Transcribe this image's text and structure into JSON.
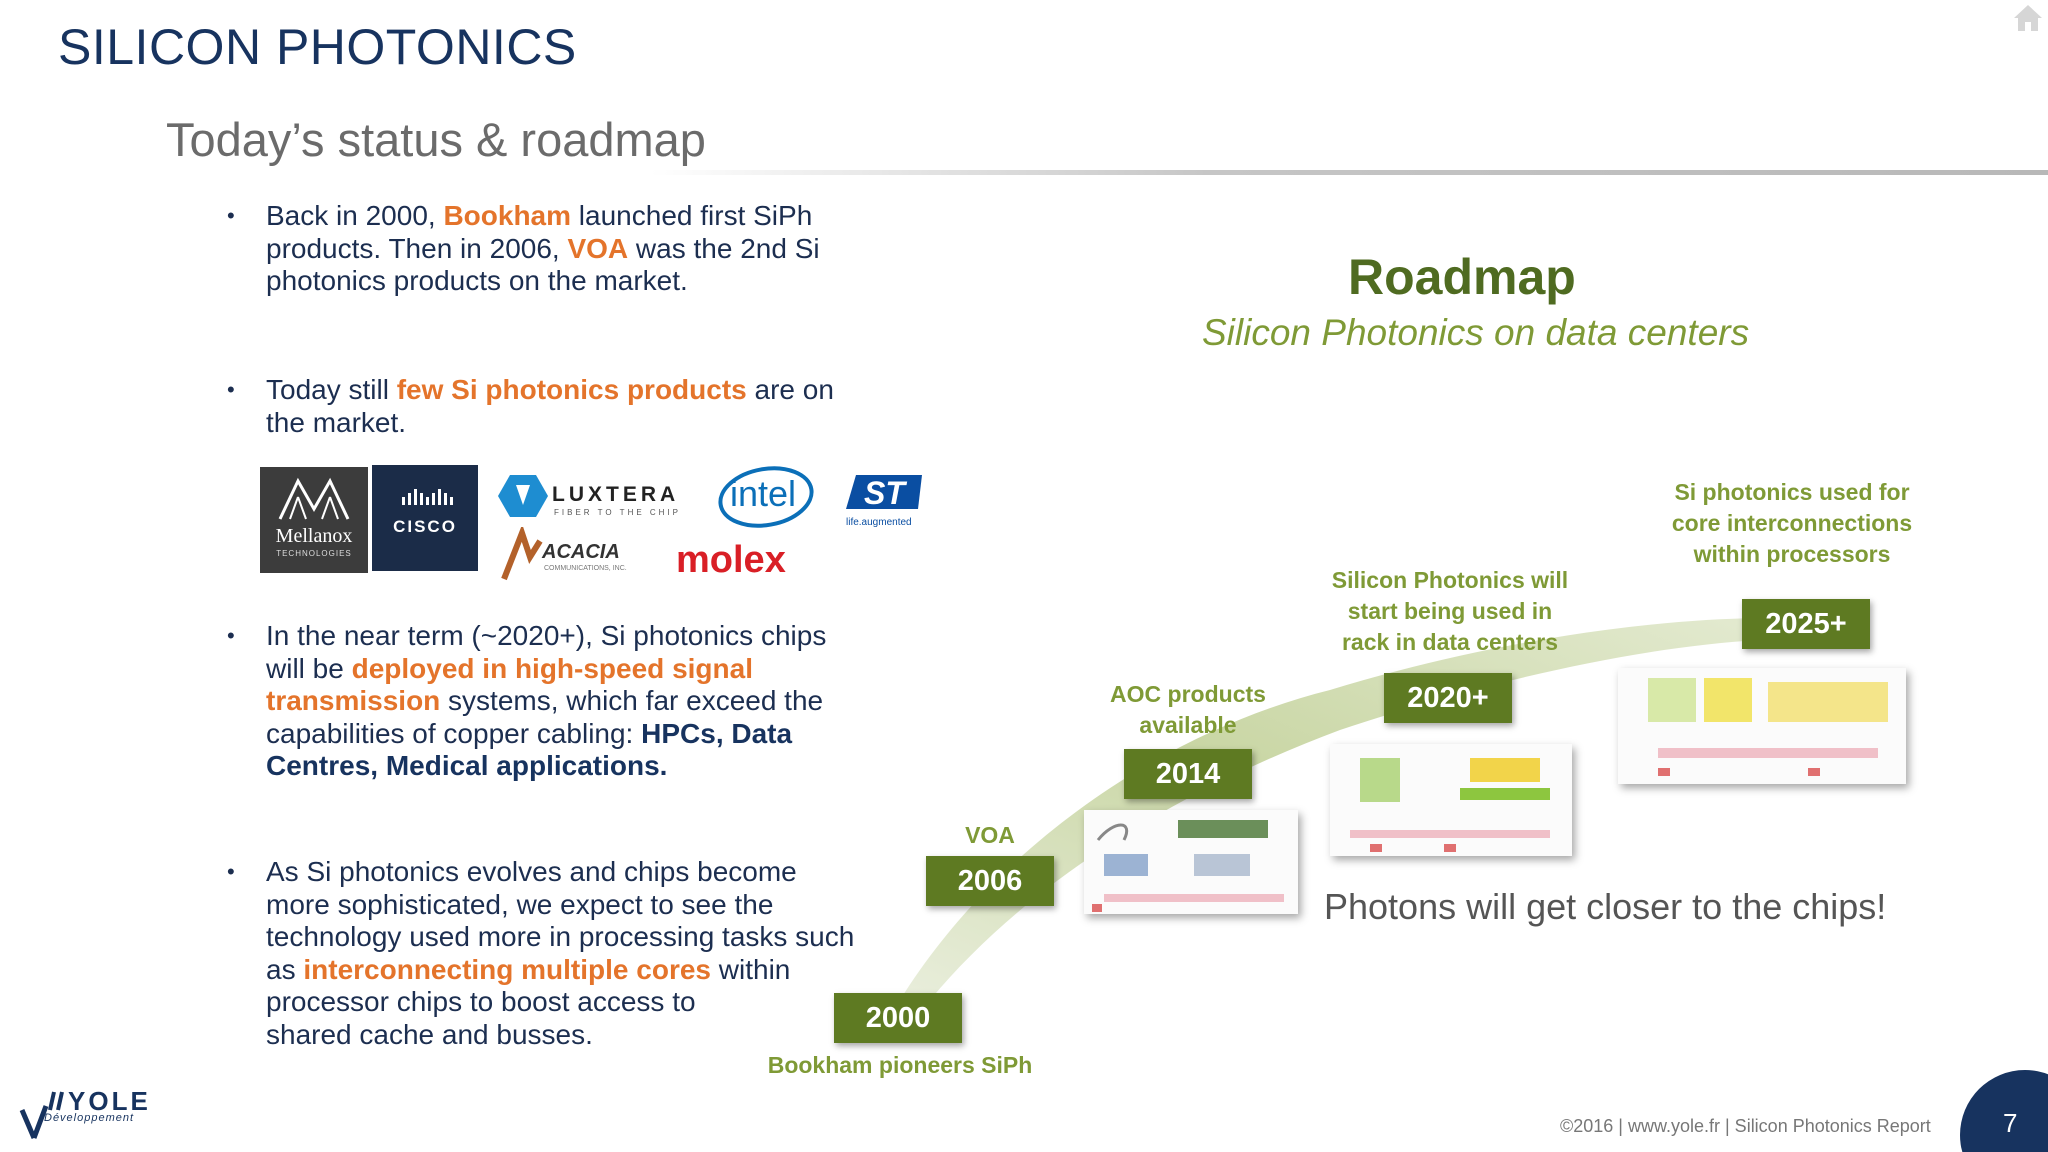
{
  "header": {
    "title": "SILICON PHOTONICS",
    "subtitle": "Today’s status & roadmap"
  },
  "bullets": [
    {
      "lines": [
        [
          {
            "t": "Back in 2000, "
          },
          {
            "t": "Bookham",
            "s": "or"
          },
          {
            "t": " launched first SiPh"
          }
        ],
        [
          {
            "t": "products. Then in 2006, "
          },
          {
            "t": "VOA",
            "s": "or"
          },
          {
            "t": " was the 2nd Si"
          }
        ],
        [
          {
            "t": "photonics products on the market."
          }
        ]
      ]
    },
    {
      "lines": [
        [
          {
            "t": "Today still "
          },
          {
            "t": "few Si photonics products",
            "s": "or"
          },
          {
            "t": " are on"
          }
        ],
        [
          {
            "t": "the market."
          }
        ]
      ]
    },
    {
      "lines": [
        [
          {
            "t": "In the near term (~2020+), Si photonics chips"
          }
        ],
        [
          {
            "t": "will be "
          },
          {
            "t": "deployed in high-speed signal",
            "s": "or"
          }
        ],
        [
          {
            "t": "transmission",
            "s": "or"
          },
          {
            "t": " systems, which far exceed the"
          }
        ],
        [
          {
            "t": "capabilities of copper cabling: "
          },
          {
            "t": "HPCs, Data",
            "s": "nv"
          }
        ],
        [
          {
            "t": "Centres, Medical applications.",
            "s": "nv"
          }
        ]
      ]
    },
    {
      "lines": [
        [
          {
            "t": "As Si photonics evolves and chips become"
          }
        ],
        [
          {
            "t": "more sophisticated, we expect to see the"
          }
        ],
        [
          {
            "t": "technology used more in processing tasks such"
          }
        ],
        [
          {
            "t": "as "
          },
          {
            "t": "interconnecting multiple cores",
            "s": "or"
          },
          {
            "t": " within"
          }
        ],
        [
          {
            "t": "processor chips to boost access to"
          }
        ],
        [
          {
            "t": "shared cache and busses."
          }
        ]
      ]
    }
  ],
  "logos": {
    "mellanox": "Mellanox",
    "mellanox_sub": "TECHNOLOGIES",
    "cisco": "CISCO",
    "luxtera": "LUXTERA",
    "luxtera_sub": "FIBER TO THE CHIP",
    "intel": "intel",
    "st_sub": "life.augmented",
    "acacia": "ACACIA",
    "acacia_sub": "COMMUNICATIONS, INC.",
    "molex": "molex"
  },
  "roadmap": {
    "title": "Roadmap",
    "subtitle": "Silicon Photonics on data centers",
    "milestones": [
      {
        "year": "2000",
        "label": "Bookham pioneers SiPh"
      },
      {
        "year": "2006",
        "label": "VOA"
      },
      {
        "year": "2014",
        "label_lines": [
          "AOC products",
          "available"
        ]
      },
      {
        "year": "2020+",
        "label_lines": [
          "Silicon Photonics will",
          "start being used in",
          "rack in data centers"
        ]
      },
      {
        "year": "2025+",
        "label_lines": [
          "Si photonics used for",
          "core interconnections",
          "within processors"
        ]
      }
    ],
    "tagline": "Photons will get closer to the chips!"
  },
  "footer": {
    "copyright": "©2016 | www.yole.fr | Silicon Photonics Report",
    "page": "7",
    "brand": "YOLE",
    "brand_sub": "Développement"
  },
  "colors": {
    "navy": "#17335f",
    "orange": "#e4742b",
    "olive": "#5e7a22",
    "olive_light": "#7f9a36"
  }
}
